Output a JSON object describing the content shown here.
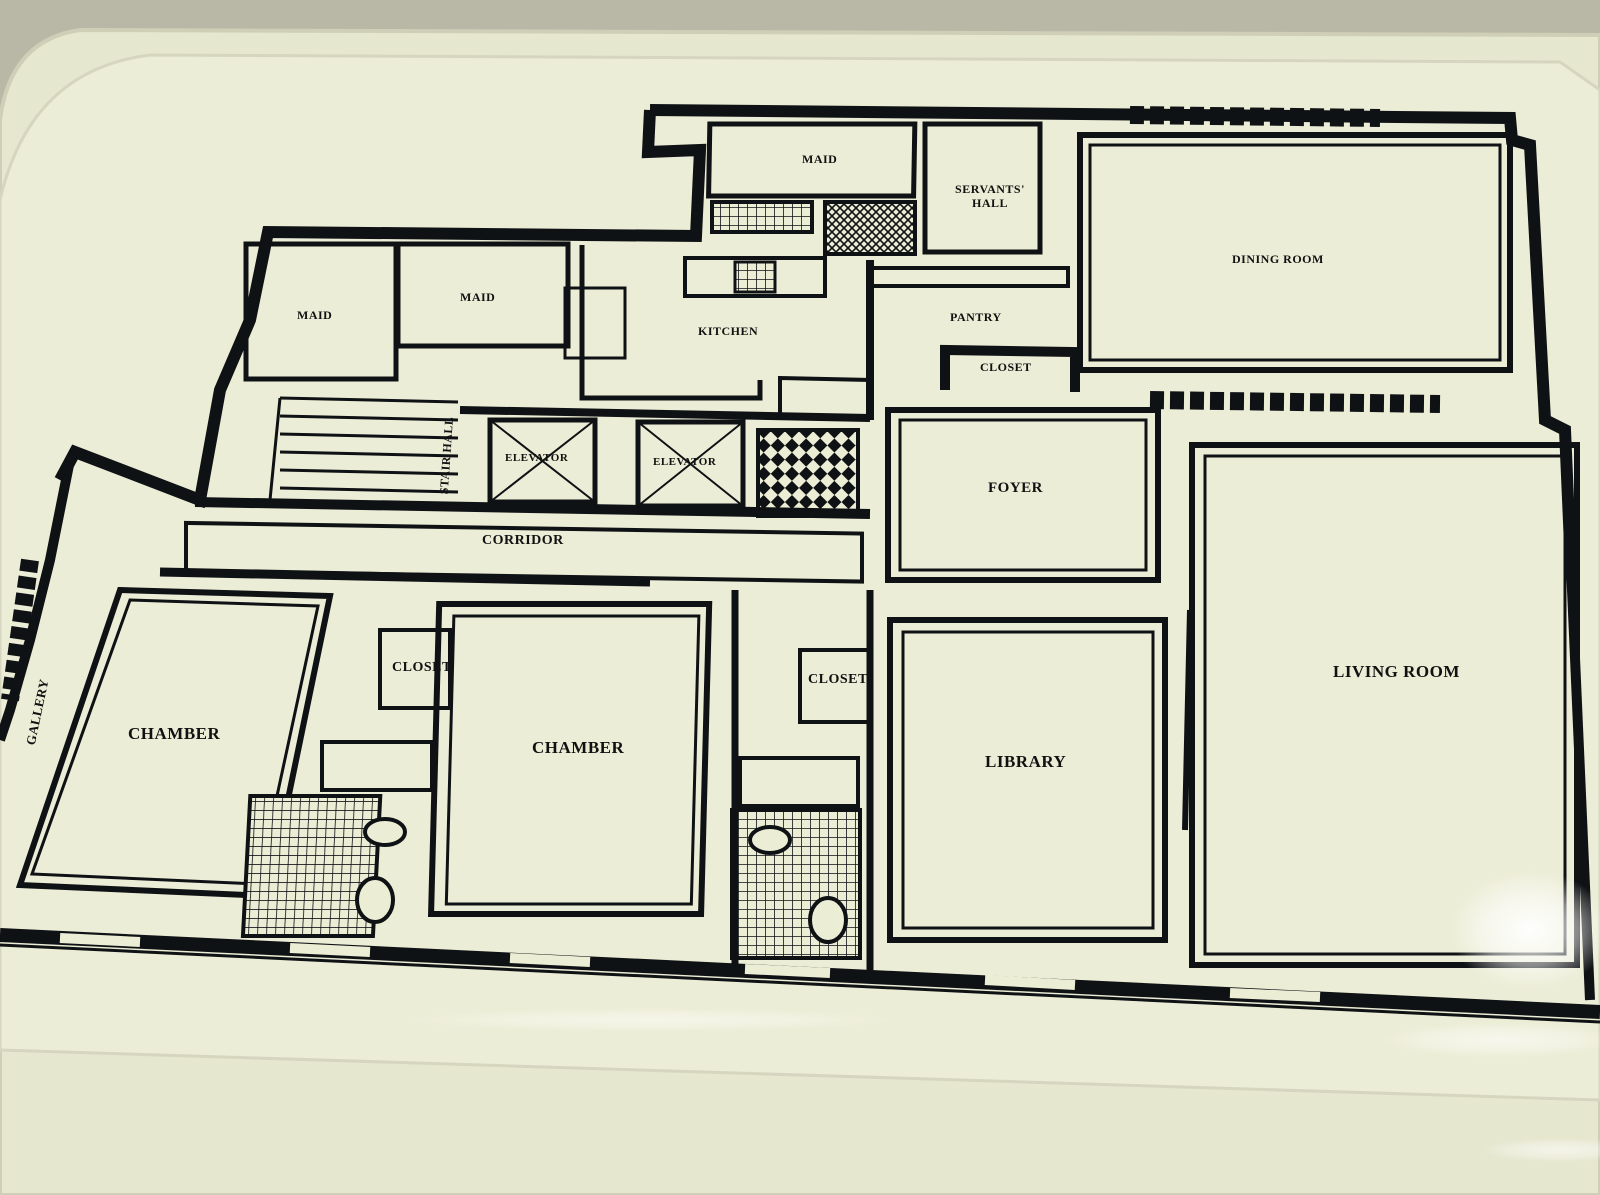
{
  "plan": {
    "rooms": [
      {
        "id": "maid-top",
        "label": "MAID"
      },
      {
        "id": "servants-hall",
        "label": "SERVANTS' HALL"
      },
      {
        "id": "dining-room",
        "label": "DINING ROOM"
      },
      {
        "id": "maid-left",
        "label": "MAID"
      },
      {
        "id": "maid-mid",
        "label": "MAID"
      },
      {
        "id": "kitchen",
        "label": "KITCHEN"
      },
      {
        "id": "pantry",
        "label": "PANTRY"
      },
      {
        "id": "closet-pantry",
        "label": "CLOSET"
      },
      {
        "id": "stair-hall",
        "label": "STAIR HALL"
      },
      {
        "id": "elevator-1",
        "label": "ELEVATOR"
      },
      {
        "id": "elevator-2",
        "label": "ELEVATOR"
      },
      {
        "id": "foyer",
        "label": "FOYER"
      },
      {
        "id": "corridor",
        "label": "CORRIDOR"
      },
      {
        "id": "living-room",
        "label": "LIVING ROOM"
      },
      {
        "id": "closet-1",
        "label": "CLOSET"
      },
      {
        "id": "closet-2",
        "label": "CLOSET"
      },
      {
        "id": "gallery",
        "label": "GALLERY"
      },
      {
        "id": "chamber-1",
        "label": "CHAMBER"
      },
      {
        "id": "chamber-2",
        "label": "CHAMBER"
      },
      {
        "id": "library",
        "label": "LIBRARY"
      }
    ]
  },
  "colors": {
    "tray": "#ecedd5",
    "ink": "#0f1215",
    "table": "#bdbcaa"
  }
}
